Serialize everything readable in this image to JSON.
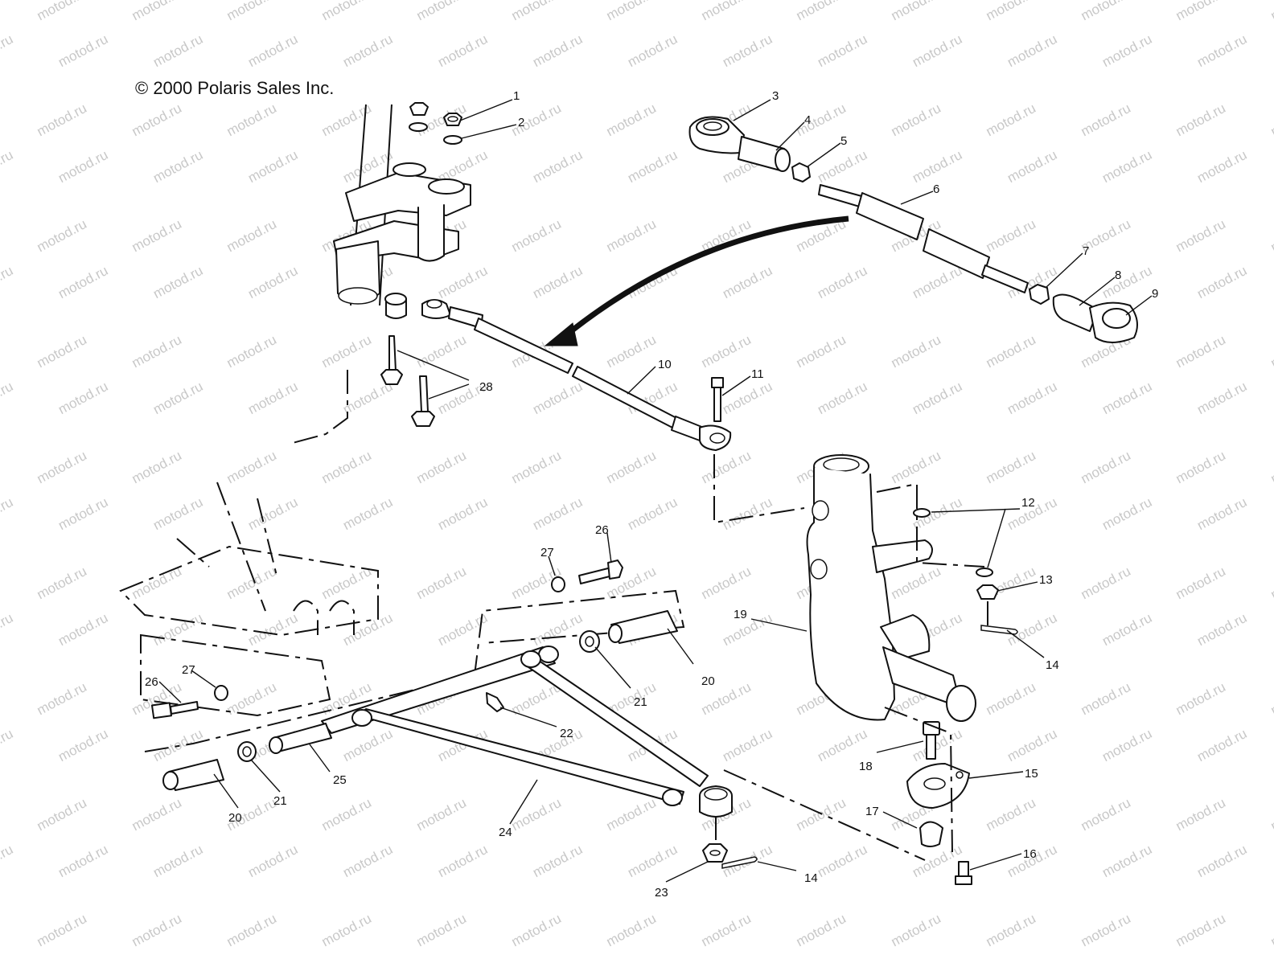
{
  "copyright": "© 2000 Polaris Sales Inc.",
  "watermark": "motod.ru",
  "callouts": [
    {
      "id": "c1",
      "label": "1"
    },
    {
      "id": "c2",
      "label": "2"
    },
    {
      "id": "c3",
      "label": "3"
    },
    {
      "id": "c4",
      "label": "4"
    },
    {
      "id": "c5",
      "label": "5"
    },
    {
      "id": "c6",
      "label": "6"
    },
    {
      "id": "c7",
      "label": "7"
    },
    {
      "id": "c8",
      "label": "8"
    },
    {
      "id": "c9",
      "label": "9"
    },
    {
      "id": "c10",
      "label": "10"
    },
    {
      "id": "c11",
      "label": "11"
    },
    {
      "id": "c12",
      "label": "12"
    },
    {
      "id": "c13",
      "label": "13"
    },
    {
      "id": "c14a",
      "label": "14"
    },
    {
      "id": "c14b",
      "label": "14"
    },
    {
      "id": "c15",
      "label": "15"
    },
    {
      "id": "c16",
      "label": "16"
    },
    {
      "id": "c17",
      "label": "17"
    },
    {
      "id": "c18",
      "label": "18"
    },
    {
      "id": "c19",
      "label": "19"
    },
    {
      "id": "c20a",
      "label": "20"
    },
    {
      "id": "c20b",
      "label": "20"
    },
    {
      "id": "c21a",
      "label": "21"
    },
    {
      "id": "c21b",
      "label": "21"
    },
    {
      "id": "c22",
      "label": "22"
    },
    {
      "id": "c23",
      "label": "23"
    },
    {
      "id": "c24",
      "label": "24"
    },
    {
      "id": "c25",
      "label": "25"
    },
    {
      "id": "c26a",
      "label": "26"
    },
    {
      "id": "c26b",
      "label": "26"
    },
    {
      "id": "c27a",
      "label": "27"
    },
    {
      "id": "c27b",
      "label": "27"
    },
    {
      "id": "c28",
      "label": "28"
    }
  ]
}
